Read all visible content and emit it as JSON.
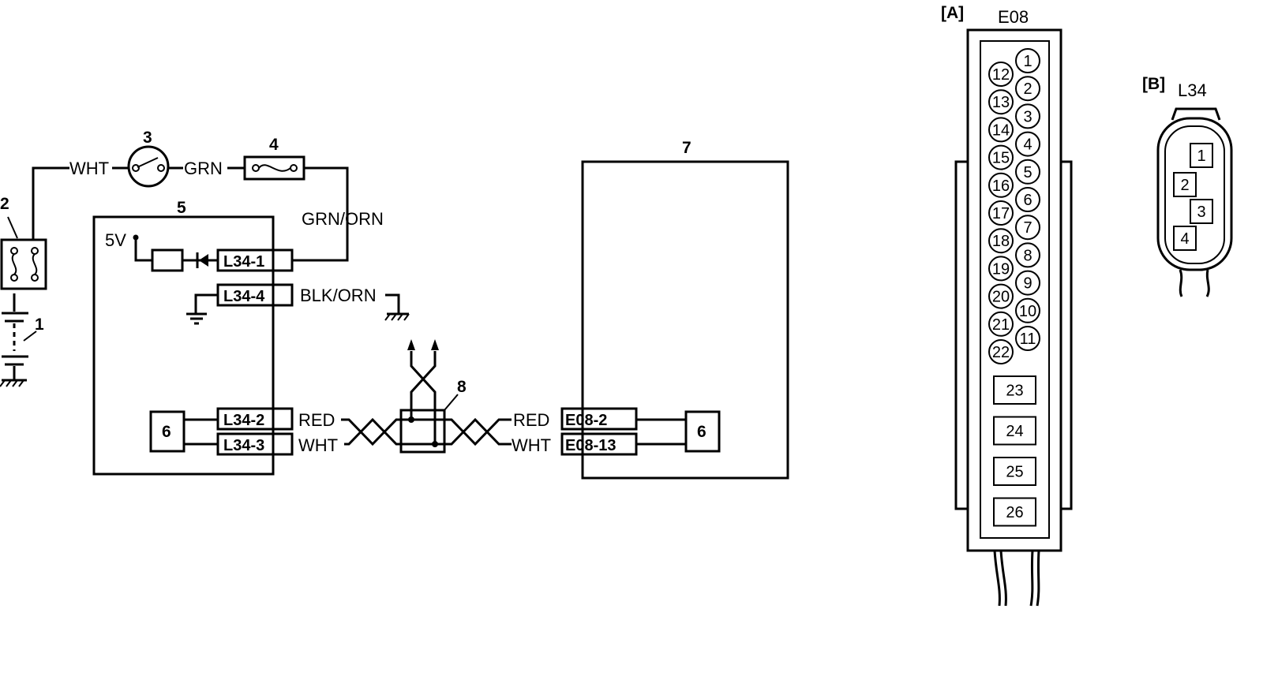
{
  "components": {
    "c1": "1",
    "c2": "2",
    "c3": "3",
    "c4": "4",
    "c5": "5",
    "c6a": "6",
    "c6b": "6",
    "c7": "7",
    "c8": "8"
  },
  "supply": "5V",
  "wires": {
    "wht_top": "WHT",
    "grn": "GRN",
    "grn_orn": "GRN/ORN",
    "blk_orn": "BLK/ORN",
    "red_left": "RED",
    "wht_left": "WHT",
    "red_right": "RED",
    "wht_right": "WHT"
  },
  "terminals": {
    "l34_1": "L34-1",
    "l34_4": "L34-4",
    "l34_2": "L34-2",
    "l34_3": "L34-3",
    "e08_2": "E08-2",
    "e08_13": "E08-13"
  },
  "connector_a": {
    "tag": "[A]",
    "name": "E08",
    "round_pins_right": [
      "1",
      "2",
      "3",
      "4",
      "5",
      "6",
      "7",
      "8",
      "9",
      "10",
      "11"
    ],
    "round_pins_left": [
      "12",
      "13",
      "14",
      "15",
      "16",
      "17",
      "18",
      "19",
      "20",
      "21",
      "22"
    ],
    "square_pins": [
      "23",
      "24",
      "25",
      "26"
    ]
  },
  "connector_b": {
    "tag": "[B]",
    "name": "L34",
    "pins": [
      "1",
      "2",
      "3",
      "4"
    ]
  }
}
